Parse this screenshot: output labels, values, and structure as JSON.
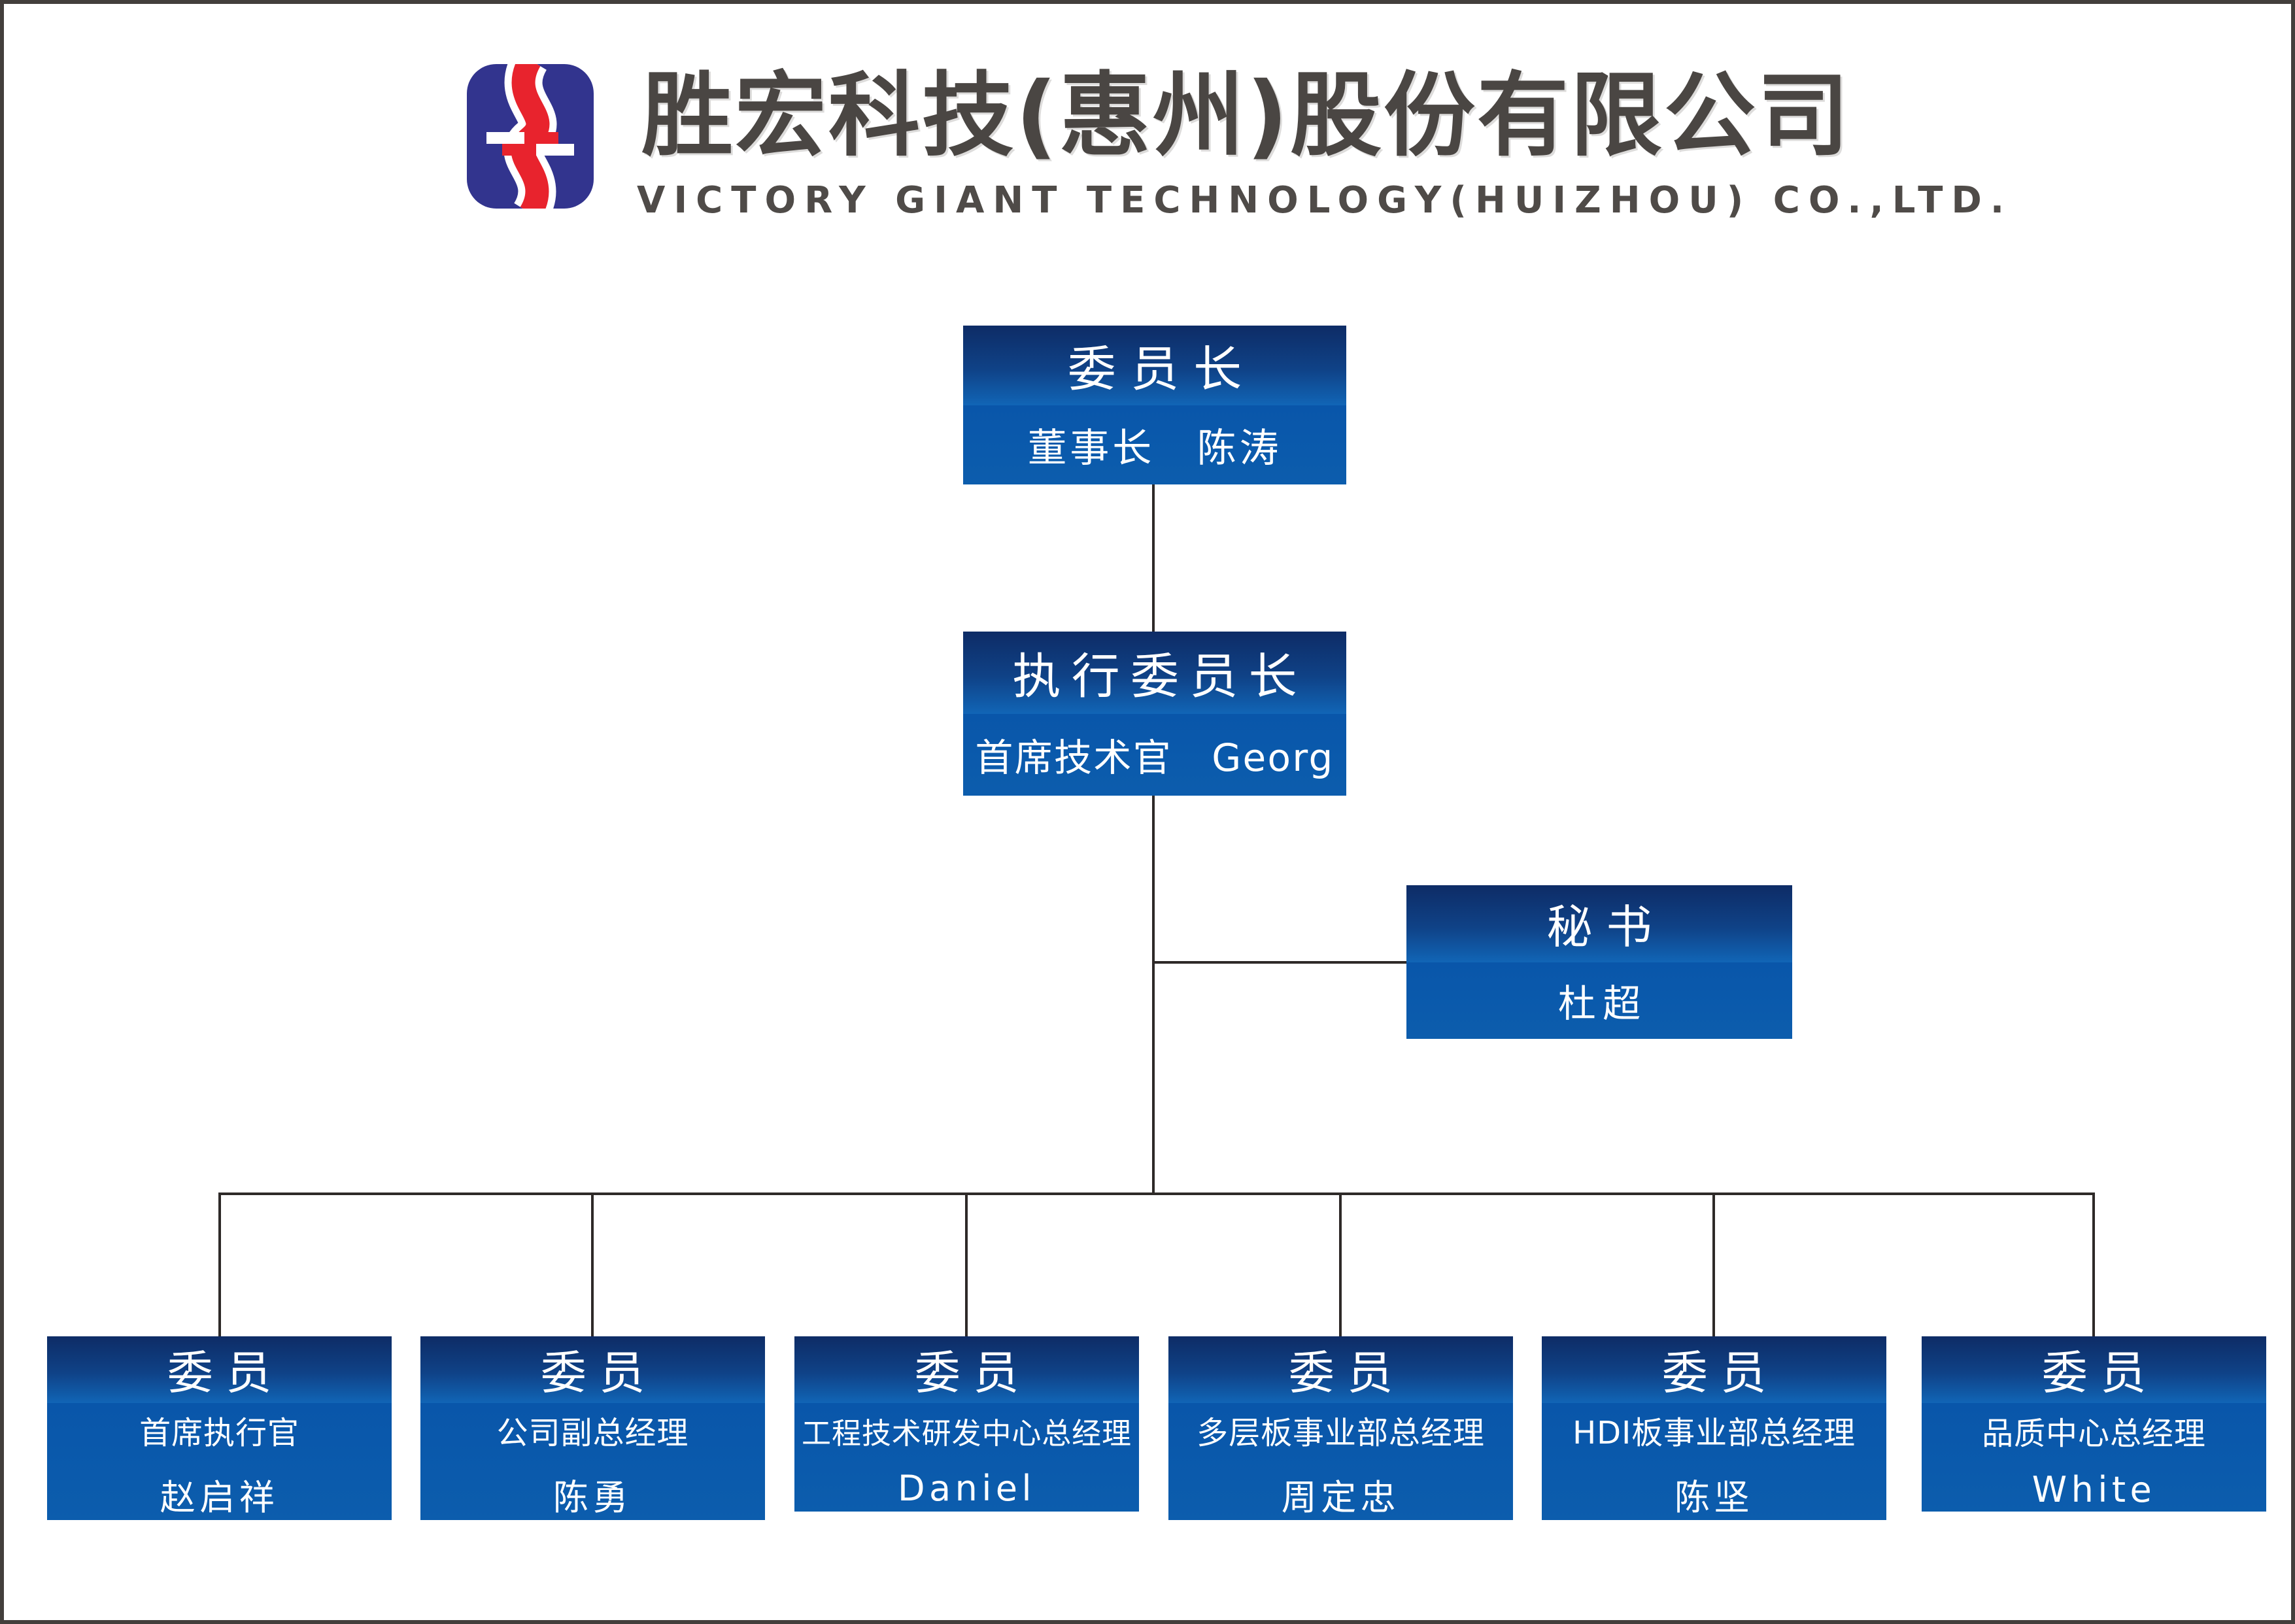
{
  "header": {
    "title_cn": "胜宏科技(惠州)股份有限公司",
    "title_en": "VICTORY GIANT TECHNOLOGY(HUIZHOU) CO.,LTD.",
    "logo_colors": {
      "blue": "#32348e",
      "red": "#e8232d",
      "white": "#ffffff"
    }
  },
  "org": {
    "chairman": {
      "title": "委员长",
      "subtitle": "董事长　陈涛"
    },
    "exec_chairman": {
      "title": "执行委员长",
      "subtitle": "首席技术官　Georg"
    },
    "secretary": {
      "title": "秘书",
      "subtitle": "杜超"
    },
    "members": [
      {
        "title": "委员",
        "role": "首席执行官",
        "name": "赵启祥"
      },
      {
        "title": "委员",
        "role": "公司副总经理",
        "name": "陈勇"
      },
      {
        "title": "委员",
        "role": "工程技术研发中心总经理",
        "name": "Daniel"
      },
      {
        "title": "委员",
        "role": "多层板事业部总经理",
        "name": "周定忠"
      },
      {
        "title": "委员",
        "role": "HDI板事业部总经理",
        "name": "陈坚"
      },
      {
        "title": "委员",
        "role": "品质中心总经理",
        "name": "White"
      }
    ]
  },
  "colors": {
    "box_gradient_top": "#0e2c66",
    "box_gradient_mid": "#1165b6",
    "box_body": "#0c5dad",
    "line": "#2e2a28",
    "title_text": "#4a4643",
    "background": "#ffffff"
  }
}
